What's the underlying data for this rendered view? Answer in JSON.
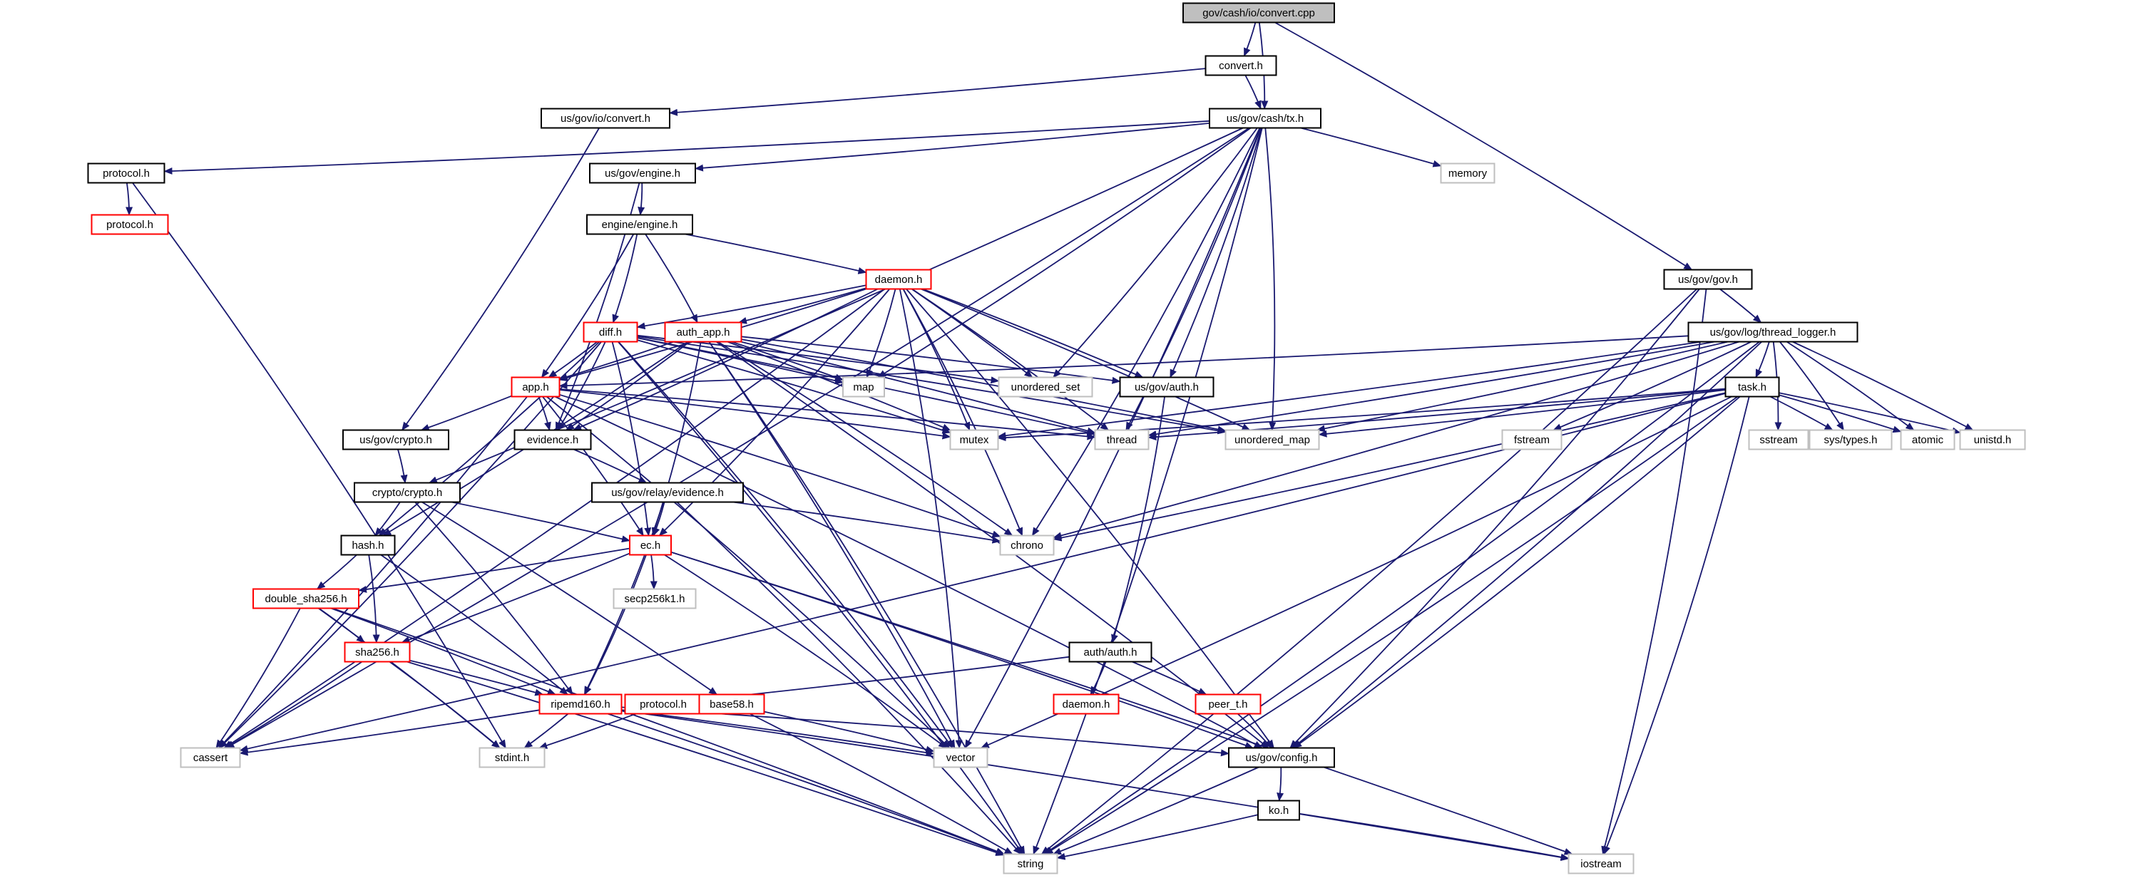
{
  "title": "gov/cash/io/convert.cpp",
  "colors": {
    "edge": "#191970",
    "root_fill": "#bfbfbf",
    "root_border": "#000000",
    "normal_border": "#000000",
    "truncated_border": "#ff0000",
    "system_border": "#bfbfbf"
  },
  "nodes": [
    {
      "id": "root",
      "label": "gov/cash/io/convert.cpp",
      "kind": "root"
    },
    {
      "id": "convert_h",
      "label": "convert.h",
      "kind": "normal"
    },
    {
      "id": "io_convert",
      "label": "us/gov/io/convert.h",
      "kind": "normal"
    },
    {
      "id": "tx_h",
      "label": "us/gov/cash/tx.h",
      "kind": "normal"
    },
    {
      "id": "gov_h",
      "label": "us/gov/gov.h",
      "kind": "normal"
    },
    {
      "id": "protocol_h",
      "label": "protocol.h",
      "kind": "normal"
    },
    {
      "id": "protocol_h_red",
      "label": "protocol.h",
      "kind": "truncated"
    },
    {
      "id": "gov_engine",
      "label": "us/gov/engine.h",
      "kind": "normal"
    },
    {
      "id": "memory",
      "label": "memory",
      "kind": "system"
    },
    {
      "id": "engine_engine",
      "label": "engine/engine.h",
      "kind": "normal"
    },
    {
      "id": "daemon_h",
      "label": "daemon.h",
      "kind": "truncated"
    },
    {
      "id": "thread_logger",
      "label": "us/gov/log/thread_logger.h",
      "kind": "normal"
    },
    {
      "id": "diff_h",
      "label": "diff.h",
      "kind": "truncated"
    },
    {
      "id": "auth_app",
      "label": "auth_app.h",
      "kind": "truncated"
    },
    {
      "id": "map",
      "label": "map",
      "kind": "system"
    },
    {
      "id": "unordered_set",
      "label": "unordered_set",
      "kind": "system"
    },
    {
      "id": "gov_auth",
      "label": "us/gov/auth.h",
      "kind": "normal"
    },
    {
      "id": "app_h",
      "label": "app.h",
      "kind": "truncated"
    },
    {
      "id": "task_h",
      "label": "task.h",
      "kind": "normal"
    },
    {
      "id": "gov_crypto",
      "label": "us/gov/crypto.h",
      "kind": "normal"
    },
    {
      "id": "evidence_h",
      "label": "evidence.h",
      "kind": "normal"
    },
    {
      "id": "mutex",
      "label": "mutex",
      "kind": "system"
    },
    {
      "id": "thread",
      "label": "thread",
      "kind": "system"
    },
    {
      "id": "unordered_map",
      "label": "unordered_map",
      "kind": "system"
    },
    {
      "id": "fstream",
      "label": "fstream",
      "kind": "system"
    },
    {
      "id": "sstream",
      "label": "sstream",
      "kind": "system"
    },
    {
      "id": "sys_types",
      "label": "sys/types.h",
      "kind": "system"
    },
    {
      "id": "atomic",
      "label": "atomic",
      "kind": "system"
    },
    {
      "id": "unistd",
      "label": "unistd.h",
      "kind": "system"
    },
    {
      "id": "crypto_crypto",
      "label": "crypto/crypto.h",
      "kind": "normal"
    },
    {
      "id": "relay_evidence",
      "label": "us/gov/relay/evidence.h",
      "kind": "normal"
    },
    {
      "id": "hash_h",
      "label": "hash.h",
      "kind": "normal"
    },
    {
      "id": "ec_h",
      "label": "ec.h",
      "kind": "truncated"
    },
    {
      "id": "chrono",
      "label": "chrono",
      "kind": "system"
    },
    {
      "id": "double_sha",
      "label": "double_sha256.h",
      "kind": "truncated"
    },
    {
      "id": "secp",
      "label": "secp256k1.h",
      "kind": "system"
    },
    {
      "id": "sha256",
      "label": "sha256.h",
      "kind": "truncated"
    },
    {
      "id": "auth_auth",
      "label": "auth/auth.h",
      "kind": "normal"
    },
    {
      "id": "daemon_h2",
      "label": "daemon.h",
      "kind": "truncated"
    },
    {
      "id": "ripemd",
      "label": "ripemd160.h",
      "kind": "truncated"
    },
    {
      "id": "protocol_h2",
      "label": "protocol.h",
      "kind": "truncated"
    },
    {
      "id": "base58",
      "label": "base58.h",
      "kind": "truncated"
    },
    {
      "id": "peer_t",
      "label": "peer_t.h",
      "kind": "truncated"
    },
    {
      "id": "cassert",
      "label": "cassert",
      "kind": "system"
    },
    {
      "id": "stdint",
      "label": "stdint.h",
      "kind": "system"
    },
    {
      "id": "vector",
      "label": "vector",
      "kind": "system"
    },
    {
      "id": "gov_config",
      "label": "us/gov/config.h",
      "kind": "normal"
    },
    {
      "id": "ko_h",
      "label": "ko.h",
      "kind": "normal"
    },
    {
      "id": "string",
      "label": "string",
      "kind": "system"
    },
    {
      "id": "iostream",
      "label": "iostream",
      "kind": "system"
    }
  ],
  "edges": [
    [
      "root",
      "convert_h"
    ],
    [
      "root",
      "tx_h"
    ],
    [
      "root",
      "gov_h"
    ],
    [
      "convert_h",
      "io_convert"
    ],
    [
      "convert_h",
      "tx_h"
    ],
    [
      "io_convert",
      "gov_crypto"
    ],
    [
      "tx_h",
      "protocol_h"
    ],
    [
      "tx_h",
      "gov_engine"
    ],
    [
      "tx_h",
      "memory"
    ],
    [
      "tx_h",
      "cassert"
    ],
    [
      "tx_h",
      "crypto_crypto"
    ],
    [
      "tx_h",
      "map"
    ],
    [
      "tx_h",
      "unordered_set"
    ],
    [
      "tx_h",
      "gov_auth"
    ],
    [
      "tx_h",
      "unordered_map"
    ],
    [
      "tx_h",
      "thread"
    ],
    [
      "tx_h",
      "chrono"
    ],
    [
      "tx_h",
      "vector"
    ],
    [
      "tx_h",
      "string"
    ],
    [
      "protocol_h",
      "protocol_h_red"
    ],
    [
      "protocol_h",
      "stdint"
    ],
    [
      "gov_engine",
      "engine_engine"
    ],
    [
      "gov_engine",
      "evidence_h"
    ],
    [
      "engine_engine",
      "daemon_h"
    ],
    [
      "engine_engine",
      "diff_h"
    ],
    [
      "engine_engine",
      "auth_app"
    ],
    [
      "engine_engine",
      "app_h"
    ],
    [
      "daemon_h",
      "diff_h"
    ],
    [
      "daemon_h",
      "auth_app"
    ],
    [
      "daemon_h",
      "app_h"
    ],
    [
      "daemon_h",
      "map"
    ],
    [
      "daemon_h",
      "unordered_set"
    ],
    [
      "daemon_h",
      "gov_auth"
    ],
    [
      "daemon_h",
      "mutex"
    ],
    [
      "daemon_h",
      "thread"
    ],
    [
      "daemon_h",
      "unordered_map"
    ],
    [
      "daemon_h",
      "chrono"
    ],
    [
      "daemon_h",
      "vector"
    ],
    [
      "daemon_h",
      "cassert"
    ],
    [
      "daemon_h",
      "ec_h"
    ],
    [
      "daemon_h",
      "evidence_h"
    ],
    [
      "daemon_h",
      "gov_config"
    ],
    [
      "diff_h",
      "app_h"
    ],
    [
      "diff_h",
      "map"
    ],
    [
      "diff_h",
      "unordered_set"
    ],
    [
      "diff_h",
      "mutex"
    ],
    [
      "diff_h",
      "thread"
    ],
    [
      "diff_h",
      "unordered_map"
    ],
    [
      "diff_h",
      "hash_h"
    ],
    [
      "diff_h",
      "evidence_h"
    ],
    [
      "diff_h",
      "cassert"
    ],
    [
      "diff_h",
      "ec_h"
    ],
    [
      "diff_h",
      "vector"
    ],
    [
      "diff_h",
      "string"
    ],
    [
      "auth_app",
      "app_h"
    ],
    [
      "auth_app",
      "gov_auth"
    ],
    [
      "auth_app",
      "map"
    ],
    [
      "auth_app",
      "mutex"
    ],
    [
      "auth_app",
      "thread"
    ],
    [
      "auth_app",
      "chrono"
    ],
    [
      "auth_app",
      "evidence_h"
    ],
    [
      "auth_app",
      "gov_config"
    ],
    [
      "auth_app",
      "unordered_map"
    ],
    [
      "auth_app",
      "hash_h"
    ],
    [
      "auth_app",
      "ec_h"
    ],
    [
      "auth_app",
      "vector"
    ],
    [
      "auth_app",
      "string"
    ],
    [
      "app_h",
      "gov_crypto"
    ],
    [
      "app_h",
      "evidence_h"
    ],
    [
      "app_h",
      "mutex"
    ],
    [
      "app_h",
      "thread"
    ],
    [
      "app_h",
      "chrono"
    ],
    [
      "app_h",
      "cassert"
    ],
    [
      "app_h",
      "ec_h"
    ],
    [
      "app_h",
      "vector"
    ],
    [
      "app_h",
      "gov_config"
    ],
    [
      "gov_h",
      "thread_logger"
    ],
    [
      "gov_h",
      "gov_config"
    ],
    [
      "gov_h",
      "string"
    ],
    [
      "gov_h",
      "iostream"
    ],
    [
      "thread_logger",
      "task_h"
    ],
    [
      "thread_logger",
      "mutex"
    ],
    [
      "thread_logger",
      "thread"
    ],
    [
      "thread_logger",
      "unordered_map"
    ],
    [
      "thread_logger",
      "fstream"
    ],
    [
      "thread_logger",
      "sstream"
    ],
    [
      "thread_logger",
      "sys_types"
    ],
    [
      "thread_logger",
      "atomic"
    ],
    [
      "thread_logger",
      "unistd"
    ],
    [
      "thread_logger",
      "chrono"
    ],
    [
      "thread_logger",
      "string"
    ],
    [
      "thread_logger",
      "gov_config"
    ],
    [
      "thread_logger",
      "app_h"
    ],
    [
      "task_h",
      "mutex"
    ],
    [
      "task_h",
      "thread"
    ],
    [
      "task_h",
      "unordered_map"
    ],
    [
      "task_h",
      "sys_types"
    ],
    [
      "task_h",
      "atomic"
    ],
    [
      "task_h",
      "unistd"
    ],
    [
      "task_h",
      "chrono"
    ],
    [
      "task_h",
      "vector"
    ],
    [
      "task_h",
      "string"
    ],
    [
      "task_h",
      "iostream"
    ],
    [
      "task_h",
      "cassert"
    ],
    [
      "task_h",
      "gov_config"
    ],
    [
      "gov_auth",
      "auth_auth"
    ],
    [
      "gov_crypto",
      "crypto_crypto"
    ],
    [
      "evidence_h",
      "relay_evidence"
    ],
    [
      "crypto_crypto",
      "hash_h"
    ],
    [
      "crypto_crypto",
      "ec_h"
    ],
    [
      "crypto_crypto",
      "ripemd"
    ],
    [
      "crypto_crypto",
      "base58"
    ],
    [
      "relay_evidence",
      "ec_h"
    ],
    [
      "relay_evidence",
      "chrono"
    ],
    [
      "relay_evidence",
      "string"
    ],
    [
      "relay_evidence",
      "ripemd"
    ],
    [
      "hash_h",
      "double_sha"
    ],
    [
      "hash_h",
      "sha256"
    ],
    [
      "hash_h",
      "ripemd"
    ],
    [
      "ec_h",
      "double_sha"
    ],
    [
      "ec_h",
      "secp"
    ],
    [
      "ec_h",
      "sha256"
    ],
    [
      "ec_h",
      "ripemd"
    ],
    [
      "ec_h",
      "vector"
    ],
    [
      "ec_h",
      "gov_config"
    ],
    [
      "ec_h",
      "iostream"
    ],
    [
      "double_sha",
      "sha256"
    ],
    [
      "double_sha",
      "ripemd"
    ],
    [
      "double_sha",
      "cassert"
    ],
    [
      "double_sha",
      "stdint"
    ],
    [
      "double_sha",
      "string"
    ],
    [
      "sha256",
      "ripemd"
    ],
    [
      "sha256",
      "cassert"
    ],
    [
      "sha256",
      "stdint"
    ],
    [
      "sha256",
      "string"
    ],
    [
      "auth_auth",
      "daemon_h2"
    ],
    [
      "auth_auth",
      "protocol_h2"
    ],
    [
      "auth_auth",
      "peer_t"
    ],
    [
      "ripemd",
      "cassert"
    ],
    [
      "ripemd",
      "stdint"
    ],
    [
      "ripemd",
      "vector"
    ],
    [
      "ripemd",
      "string"
    ],
    [
      "ripemd",
      "gov_config"
    ],
    [
      "ripemd",
      "iostream"
    ],
    [
      "protocol_h2",
      "stdint"
    ],
    [
      "base58",
      "vector"
    ],
    [
      "base58",
      "string"
    ],
    [
      "peer_t",
      "gov_config"
    ],
    [
      "gov_config",
      "ko_h"
    ],
    [
      "gov_config",
      "string"
    ],
    [
      "ko_h",
      "string"
    ],
    [
      "ko_h",
      "iostream"
    ]
  ]
}
